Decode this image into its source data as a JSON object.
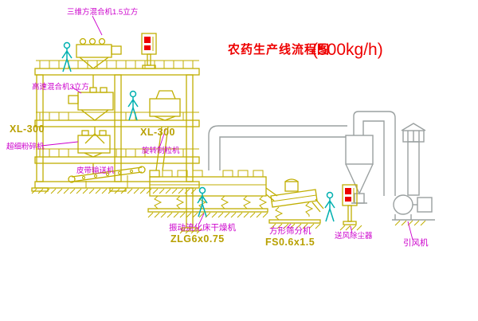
{
  "title": {
    "text": "农药生产线流程图",
    "capacity": "(500kg/h)"
  },
  "machines": {
    "top_mixer": {
      "label": "三维方混合机1.5立方"
    },
    "high_speed_mixer": {
      "label": "高速混合机3立方"
    },
    "mill": {
      "model": "XL-300",
      "label": "超细粉碎机"
    },
    "granulator": {
      "model": "XL-300",
      "label": "旋转制粒机"
    },
    "belt_conveyor": {
      "label": "皮带输送机"
    },
    "dryer": {
      "label": "振动流化床干燥机",
      "model": "ZLG6x0.75"
    },
    "sieve": {
      "label": "方形筛分机",
      "model": "FS0.6x1.5"
    },
    "dust_collector": {
      "label": "送风除尘器"
    },
    "induced_fan": {
      "label": "引风机"
    }
  },
  "colors": {
    "line_yellow": "#c0ae00",
    "worker_cyan": "#00b0b0",
    "label_magenta": "#cc00cc",
    "title_red": "#ee0000",
    "duct_gray": "#9aa0a0",
    "panel_red": "#ee0000"
  }
}
